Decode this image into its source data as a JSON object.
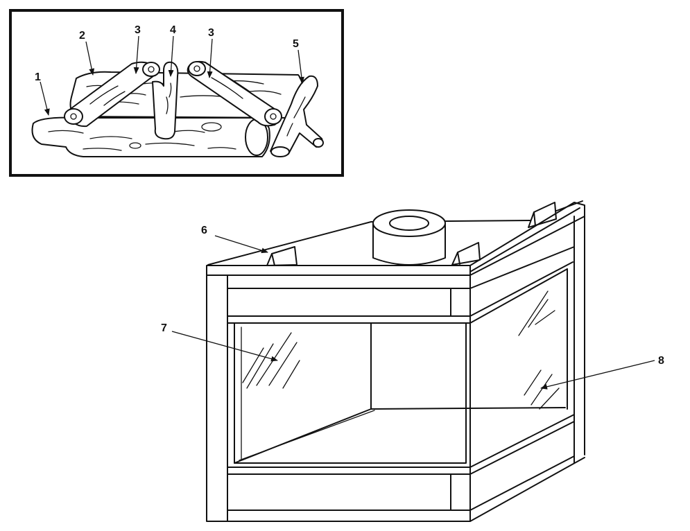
{
  "log_set_callouts": {
    "c1": "1",
    "c2": "2",
    "c3a": "3",
    "c4": "4",
    "c3b": "3",
    "c5": "5"
  },
  "fireplace_callouts": {
    "c6": "6",
    "c7": "7",
    "c8": "8"
  },
  "colors": {
    "line": "#111111",
    "background": "#ffffff"
  }
}
